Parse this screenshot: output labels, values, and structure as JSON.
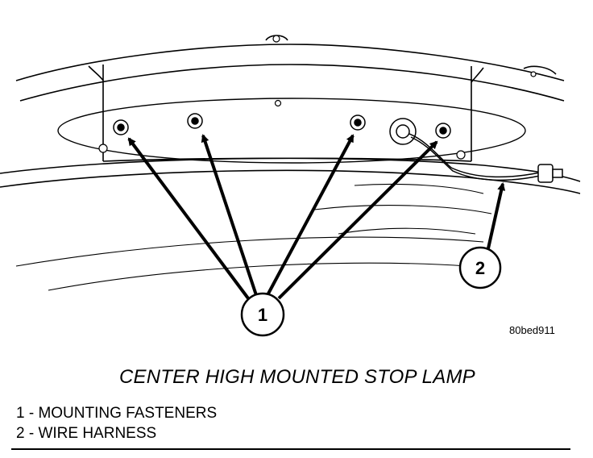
{
  "figure": {
    "code": "80bed911",
    "title": "CENTER HIGH MOUNTED STOP LAMP"
  },
  "callouts": [
    {
      "number": "1",
      "targets": 4
    },
    {
      "number": "2",
      "targets": 1
    }
  ],
  "legend": [
    {
      "text": "1 - MOUNTING FASTENERS"
    },
    {
      "text": "2 - WIRE HARNESS"
    }
  ],
  "colors": {
    "ink": "#000000",
    "paper": "#ffffff"
  }
}
